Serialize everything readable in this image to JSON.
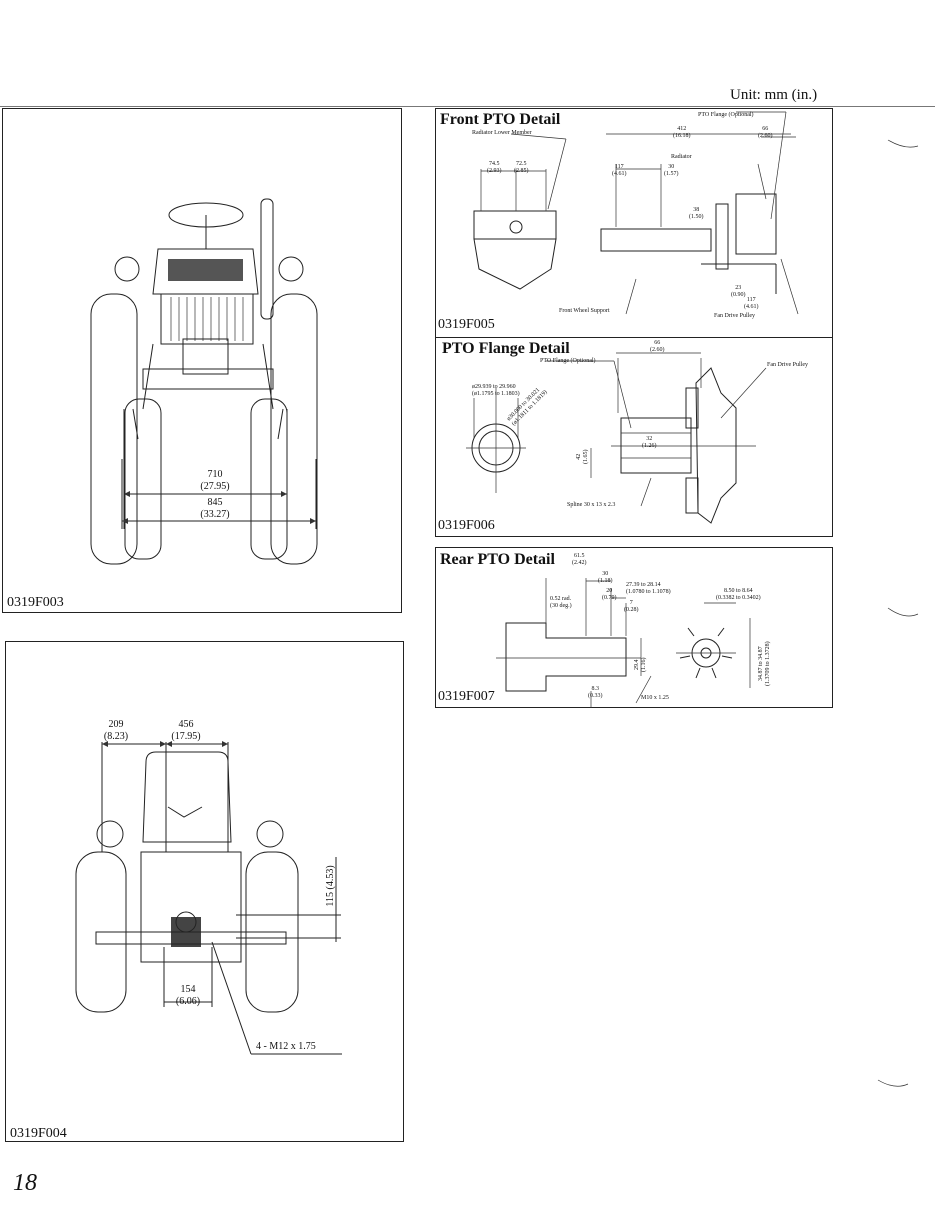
{
  "header": {
    "unit_label": "Unit:  mm (in.)"
  },
  "page_number": "18",
  "panels": {
    "f003": {
      "code": "0319F003",
      "dims": [
        {
          "value": "710",
          "imperial": "(27.95)"
        },
        {
          "value": "845",
          "imperial": "(33.27)"
        }
      ]
    },
    "f004": {
      "code": "0319F004",
      "dims": [
        {
          "value": "209",
          "imperial": "(8.23)"
        },
        {
          "value": "456",
          "imperial": "(17.95)"
        },
        {
          "value": "115",
          "imperial": "(4.53)"
        },
        {
          "value": "154",
          "imperial": "(6.06)"
        }
      ],
      "bolt_callout": "4 - M12 x 1.75"
    },
    "f005": {
      "title": "Front PTO Detail",
      "code": "0319F005",
      "labels": {
        "radiator_lower_member": "Radiator Lower Member",
        "pto_flange": "PTO Flange (Optional)",
        "radiator": "Radiator",
        "front_wheel_support": "Front Wheel Support",
        "fan_drive_pulley": "Fan Drive Pulley"
      },
      "dims": [
        {
          "value": "74.5",
          "imperial": "(2.93)"
        },
        {
          "value": "72.5",
          "imperial": "(2.85)"
        },
        {
          "value": "412",
          "imperial": "(16.18)"
        },
        {
          "value": "66",
          "imperial": "(2.60)"
        },
        {
          "value": "117",
          "imperial": "(4.61)"
        },
        {
          "value": "30",
          "imperial": "(1.57)"
        },
        {
          "value": "38",
          "imperial": "(1.50)"
        },
        {
          "value": "23",
          "imperial": "(0.90)"
        },
        {
          "value": "117",
          "imperial": "(4.61)"
        }
      ]
    },
    "f006": {
      "title": "PTO Flange Detail",
      "code": "0319F006",
      "labels": {
        "pto_flange": "PTO Flange (Optional)",
        "fan_drive_pulley": "Fan Drive Pulley",
        "spline": "Spline 30 x 13 x 2.3",
        "bore": "ø29.939 to 29.960 (ø1.1795 to 1.1803)",
        "bore_diag": "ø30.000 to 30.021 (ø1.1811 to 1.1819)"
      },
      "dims": [
        {
          "value": "66",
          "imperial": "(2.60)"
        },
        {
          "value": "32",
          "imperial": "(1.26)"
        },
        {
          "value": "42",
          "imperial": "(1.65)"
        }
      ]
    },
    "f007": {
      "title": "Rear PTO Detail",
      "code": "0319F007",
      "dims": [
        {
          "value": "61.5",
          "imperial": "(2.42)"
        },
        {
          "value": "30",
          "imperial": "(1.18)"
        },
        {
          "value": "20",
          "imperial": "(0.79)"
        },
        {
          "value": "7",
          "imperial": "(0.28)"
        },
        {
          "value": "27.39 to 28.14",
          "imperial": "(1.0780 to 1.1078)"
        },
        {
          "value": "8.50 to 8.64",
          "imperial": "(0.3382 to 0.3402)"
        },
        {
          "value": "0.52 rad.",
          "imperial": "(30 deg.)"
        },
        {
          "value": "29.4",
          "imperial": "(1.16)"
        },
        {
          "value": "8.3",
          "imperial": "(0.33)"
        },
        {
          "value": "34.87 to 34.87",
          "imperial": "(1.3709 to 1.3728)"
        }
      ],
      "bolt_callout": "M10 x 1.25"
    }
  }
}
